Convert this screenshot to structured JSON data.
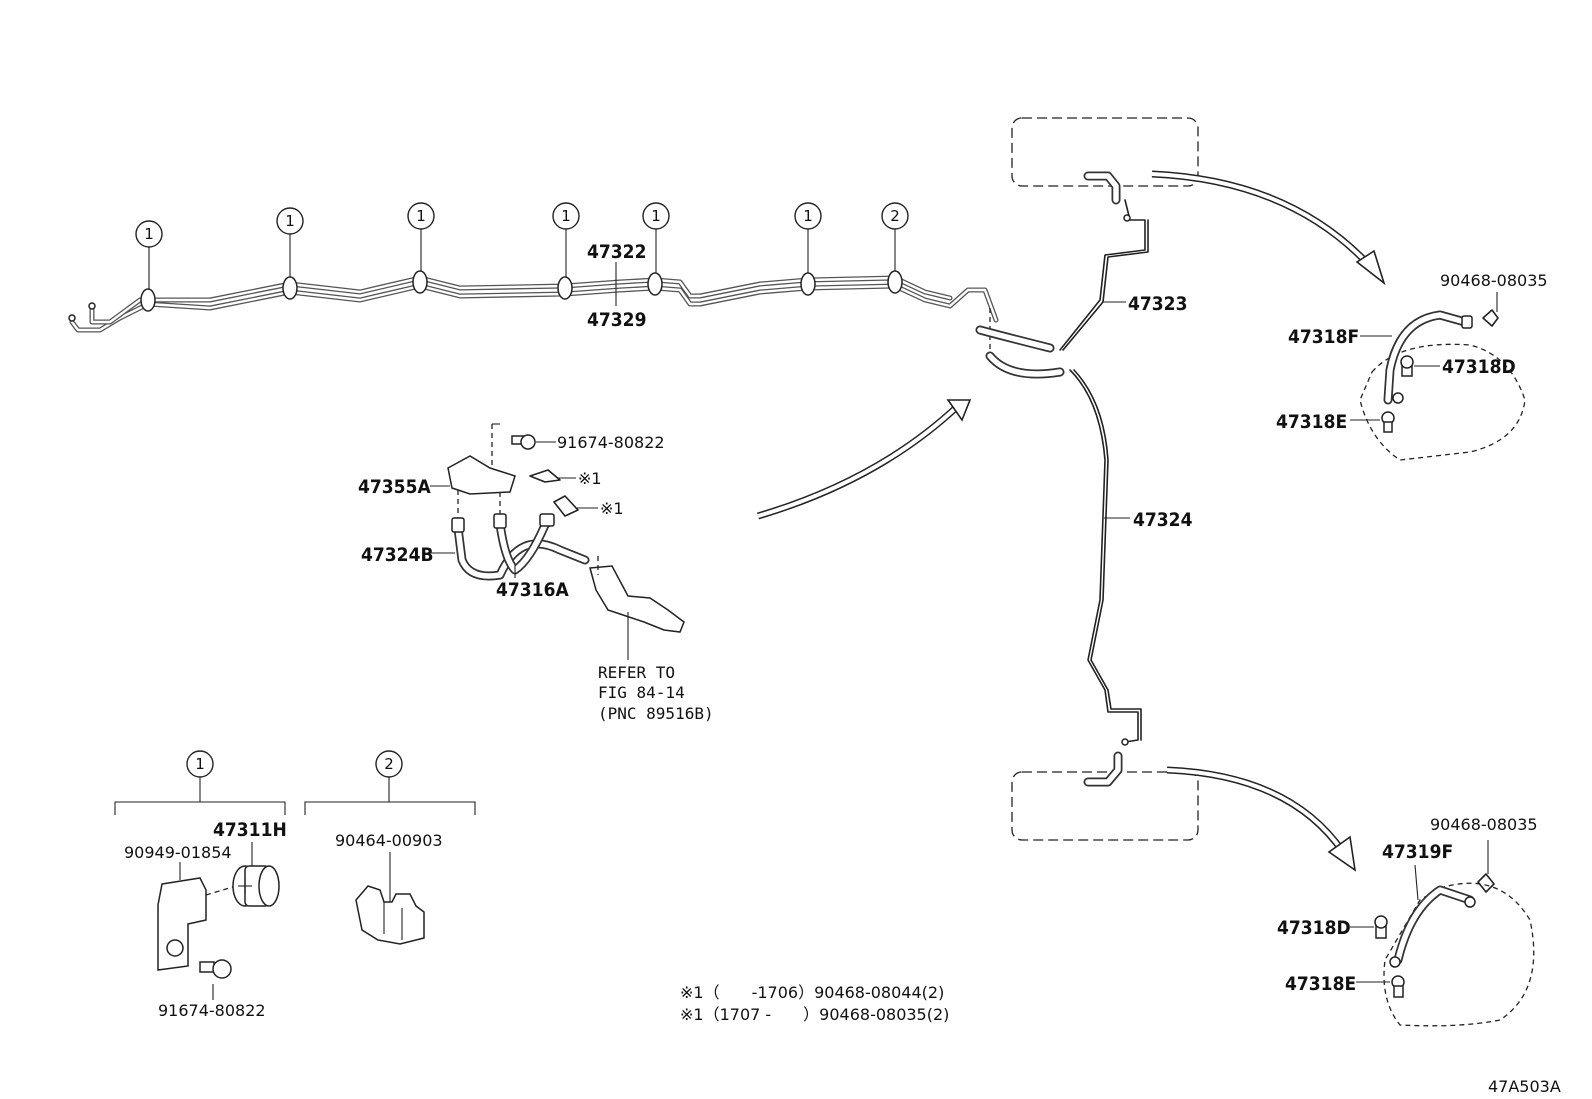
{
  "figure_code": "47A503A",
  "callouts": {
    "c1": "1",
    "c2": "1",
    "c3": "1",
    "c4": "1",
    "c5": "1",
    "c6": "1",
    "c7": "2",
    "legend1": "1",
    "legend2": "2"
  },
  "labels": {
    "p47322": "47322",
    "p47329": "47329",
    "p47323": "47323",
    "p47324": "47324",
    "p91674_top": "91674-80822",
    "p47355A": "47355A",
    "note1a": "※1",
    "note1b": "※1",
    "p47324B": "47324B",
    "p47316A": "47316A",
    "refer_line1": "REFER TO",
    "refer_line2": "FIG 84-14",
    "refer_line3": "(PNC 89516B)",
    "rr_top_90468": "90468-08035",
    "p47318F": "47318F",
    "p47318D_top": "47318D",
    "p47318E_top": "47318E",
    "rr_bot_90468": "90468-08035",
    "p47319F": "47319F",
    "p47318D_bot": "47318D",
    "p47318E_bot": "47318E",
    "p47311H": "47311H",
    "p90949": "90949-01854",
    "p91674_bot": "91674-80822",
    "p90464": "90464-00903"
  },
  "footnotes": {
    "line1": "※1（　　-1706）90468-08044(2)",
    "line2": "※1（1707 -　　）90468-08035(2)"
  }
}
